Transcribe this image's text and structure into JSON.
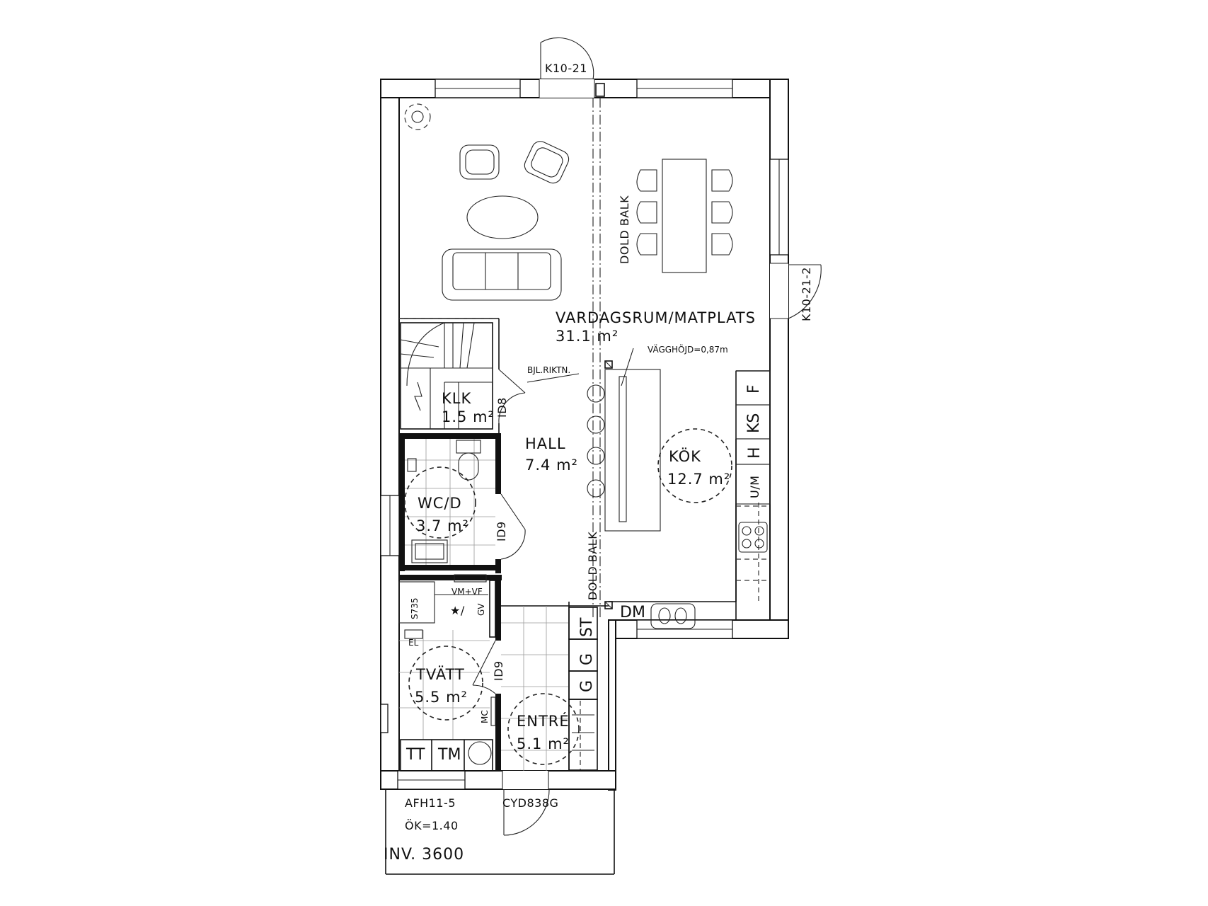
{
  "rooms": {
    "living": {
      "name": "VARDAGSRUM/MATPLATS",
      "area": "31.1 m²"
    },
    "closet": {
      "name": "KLK",
      "area": "1.5 m²"
    },
    "hall": {
      "name": "HALL",
      "area": "7.4 m²"
    },
    "kitchen": {
      "name": "KÖK",
      "area": "12.7 m²"
    },
    "wc": {
      "name": "WC/D",
      "area": "3.7 m²"
    },
    "laundry": {
      "name": "TVÄTT",
      "area": "5.5 m²"
    },
    "entry": {
      "name": "ENTRÉ",
      "area": "5.1 m²"
    }
  },
  "labels": {
    "door_top": "K10-21",
    "door_right": "K10-21-2",
    "beam_upper": "DOLD BALK",
    "beam_lower": "DOLD BALK",
    "beam_direction": "BJL.RIKTN.",
    "wall_height": "VÄGGHÖJD=0,87m",
    "door_id8": "ID8",
    "door_id9_wc": "ID9",
    "door_id9_laundry": "ID9",
    "window_afh": "AFH11-5",
    "window_ok": "ÖK=1.40",
    "front_door": "CYD838G",
    "invert": "INV. 3600"
  },
  "appliances": {
    "freezer": "F",
    "fridge_freezer": "KS",
    "h": "H",
    "um": "U/M",
    "dishwasher": "DM",
    "st": "ST",
    "g1": "G",
    "g2": "G",
    "tt": "TT",
    "tm": "TM",
    "s735": "S735",
    "vmvf": "VM+VF",
    "gv": "GV",
    "el": "EL",
    "mc": "MC"
  }
}
